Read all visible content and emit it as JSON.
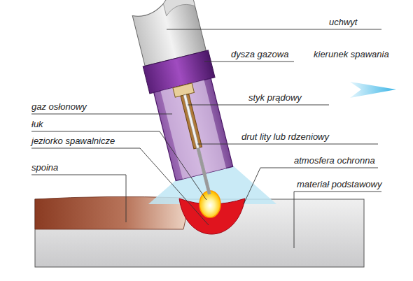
{
  "diagram": {
    "labels": [
      "uchwyt",
      "dysza gazowa",
      "kierunek spawania",
      "styk prądowy",
      "gaz osłonowy",
      "łuk",
      "jeziorko spawalnicze",
      "drut lity lub rdzeniowy",
      "atmosfera ochronna",
      "spoina",
      "materiał podstawowy"
    ]
  }
}
